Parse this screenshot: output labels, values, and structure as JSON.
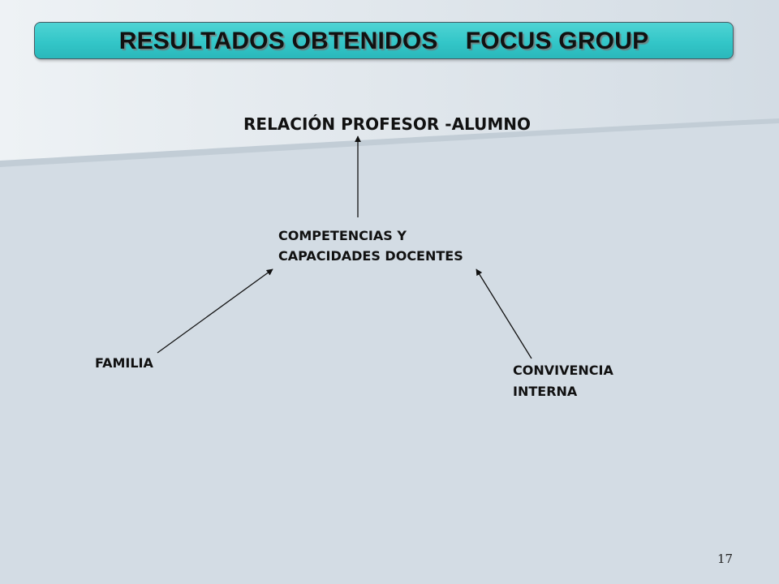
{
  "slide": {
    "title": "RESULTADOS OBTENIDOS    FOCUS GROUP",
    "page_number": "17"
  },
  "diagram": {
    "top_node": "RELACIÓN PROFESOR -ALUMNO",
    "center_node": [
      "COMPETENCIAS Y",
      "CAPACIDADES DOCENTES"
    ],
    "left_node": "FAMILIA",
    "right_node": [
      "CONVIVENCIA",
      "INTERNA"
    ]
  },
  "colors": {
    "title_bar": "#33c6c8",
    "background": "#d3dce4",
    "text": "#111111"
  }
}
